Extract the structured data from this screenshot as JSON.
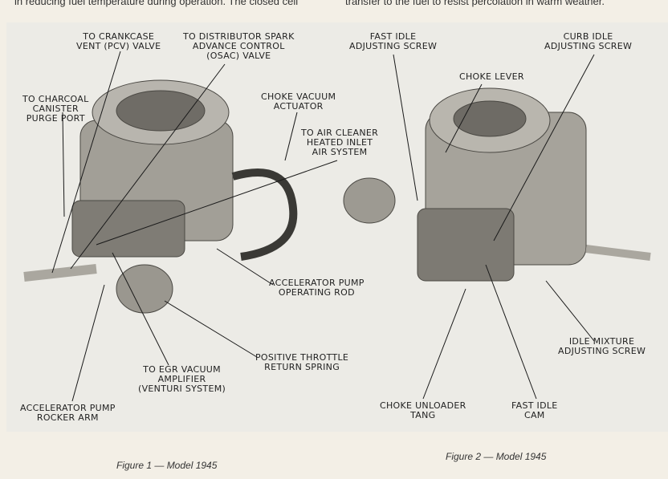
{
  "body_text": {
    "left": "in reducing fuel temperature during operation. The closed cell",
    "right": "transfer to the fuel to resist percolation in warm weather."
  },
  "figure1": {
    "caption": "Figure 1 — Model 1945",
    "labels": {
      "crankcase": [
        "TO CRANKCASE",
        "VENT (PCV) VALVE"
      ],
      "distributor": [
        "TO DISTRIBUTOR SPARK",
        "ADVANCE CONTROL",
        "(OSAC) VALVE"
      ],
      "charcoal": [
        "TO CHARCOAL",
        "CANISTER",
        "PURGE PORT"
      ],
      "choke_vacuum": [
        "CHOKE VACUUM",
        "ACTUATOR"
      ],
      "air_cleaner": [
        "TO AIR CLEANER",
        "HEATED INLET",
        "AIR SYSTEM"
      ],
      "accel_rod": [
        "ACCELERATOR PUMP",
        "OPERATING ROD"
      ],
      "throttle_spring": [
        "POSITIVE THROTTLE",
        "RETURN SPRING"
      ],
      "egr": [
        "TO EGR VACUUM",
        "AMPLIFIER",
        "(VENTURI SYSTEM)"
      ],
      "rocker": [
        "ACCELERATOR PUMP",
        "ROCKER ARM"
      ]
    }
  },
  "figure2": {
    "caption": "Figure 2 — Model 1945",
    "labels": {
      "fast_idle_screw": [
        "FAST IDLE",
        "ADJUSTING SCREW"
      ],
      "curb_idle": [
        "CURB IDLE",
        "ADJUSTING SCREW"
      ],
      "choke_lever": [
        "CHOKE LEVER"
      ],
      "idle_mixture": [
        "IDLE MIXTURE",
        "ADJUSTING SCREW"
      ],
      "unloader": [
        "CHOKE UNLOADER",
        "TANG"
      ],
      "fast_idle_cam": [
        "FAST IDLE",
        "CAM"
      ]
    }
  }
}
